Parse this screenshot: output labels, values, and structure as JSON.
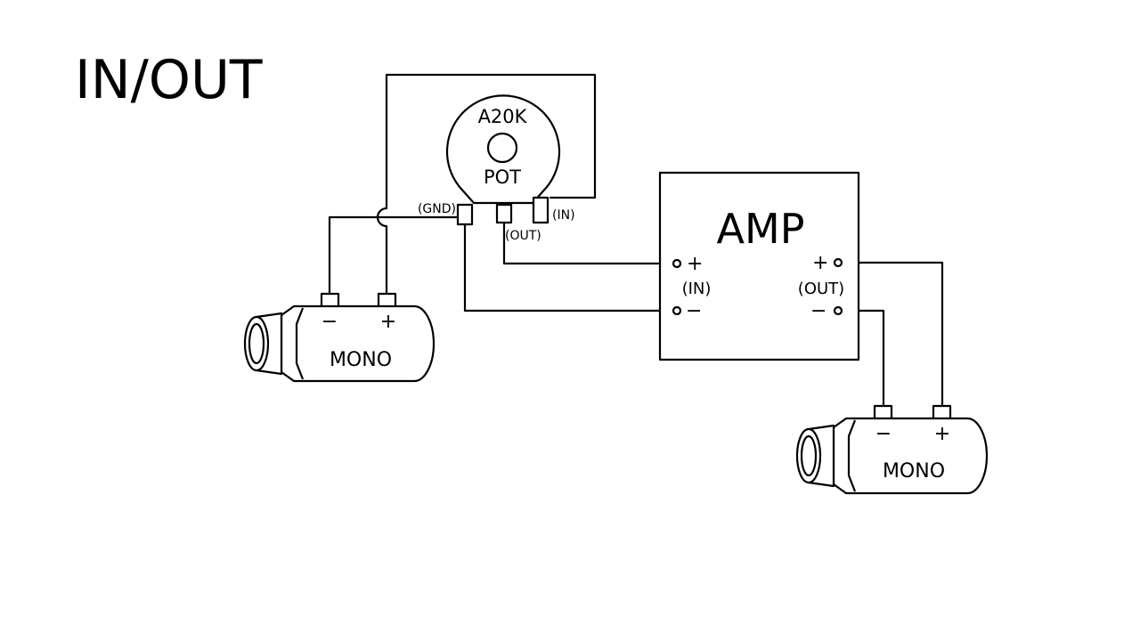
{
  "title": "IN/OUT",
  "pot": {
    "value": "A20K",
    "name": "POT",
    "pins": {
      "gnd": "(GND)",
      "out": "(OUT)",
      "in": "(IN)"
    }
  },
  "amp": {
    "name": "AMP",
    "input": {
      "label": "(IN)",
      "plus": "+",
      "minus": "−"
    },
    "output": {
      "label": "(OUT)",
      "plus": "+",
      "minus": "−"
    }
  },
  "input_jack": {
    "label": "MONO",
    "minus": "−",
    "plus": "+"
  },
  "output_jack": {
    "label": "MONO",
    "minus": "−",
    "plus": "+"
  },
  "colors": {
    "line": "#000000",
    "background": "#ffffff"
  }
}
